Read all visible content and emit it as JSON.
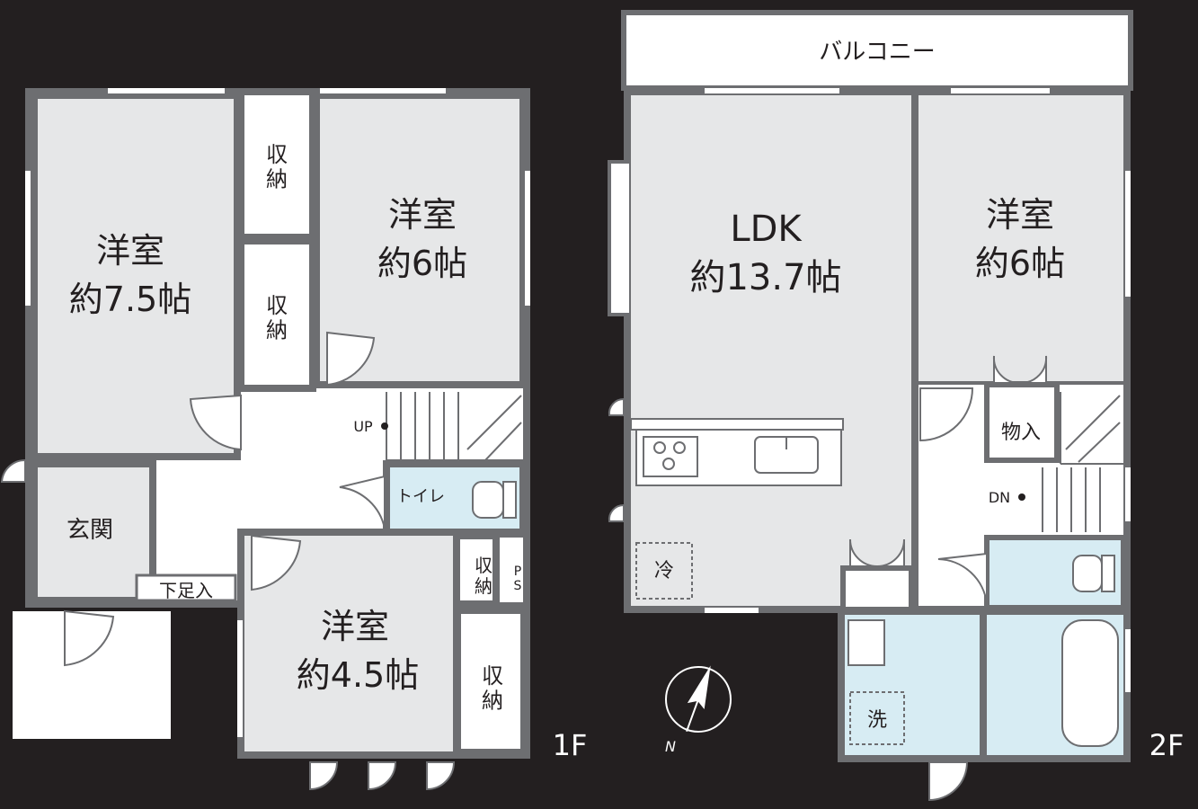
{
  "floors": {
    "f1": {
      "label": "1F",
      "rooms": {
        "western_a": {
          "name": "洋室",
          "size": "約7.5帖"
        },
        "western_b": {
          "name": "洋室",
          "size": "約6帖"
        },
        "western_c": {
          "name": "洋室",
          "size": "約4.5帖"
        },
        "storage_1": {
          "text": "収\n納"
        },
        "storage_2": {
          "text": "収\n納"
        },
        "storage_3": {
          "text": "収\n納"
        },
        "storage_4": {
          "text": "収\n納"
        },
        "entrance": "玄関",
        "shoe_box": "下足入",
        "toilet": "トイレ",
        "ps": "P\nS",
        "stairs_up": "UP"
      }
    },
    "f2": {
      "label": "2F",
      "rooms": {
        "balcony": "バルコニー",
        "ldk": {
          "name": "LDK",
          "size": "約13.7帖"
        },
        "western_d": {
          "name": "洋室",
          "size": "約6帖"
        },
        "closet": "物入",
        "fridge": "冷",
        "washer": "洗",
        "stairs_down": "DN"
      }
    }
  },
  "compass": {
    "north": "N",
    "rotation_deg": 20
  },
  "colors": {
    "background": "#231f20",
    "room": "#e6e7e8",
    "wet": "#d7ecf3",
    "wall": "#6d6e71",
    "text": "#231f20",
    "floor_label": "#ffffff"
  }
}
